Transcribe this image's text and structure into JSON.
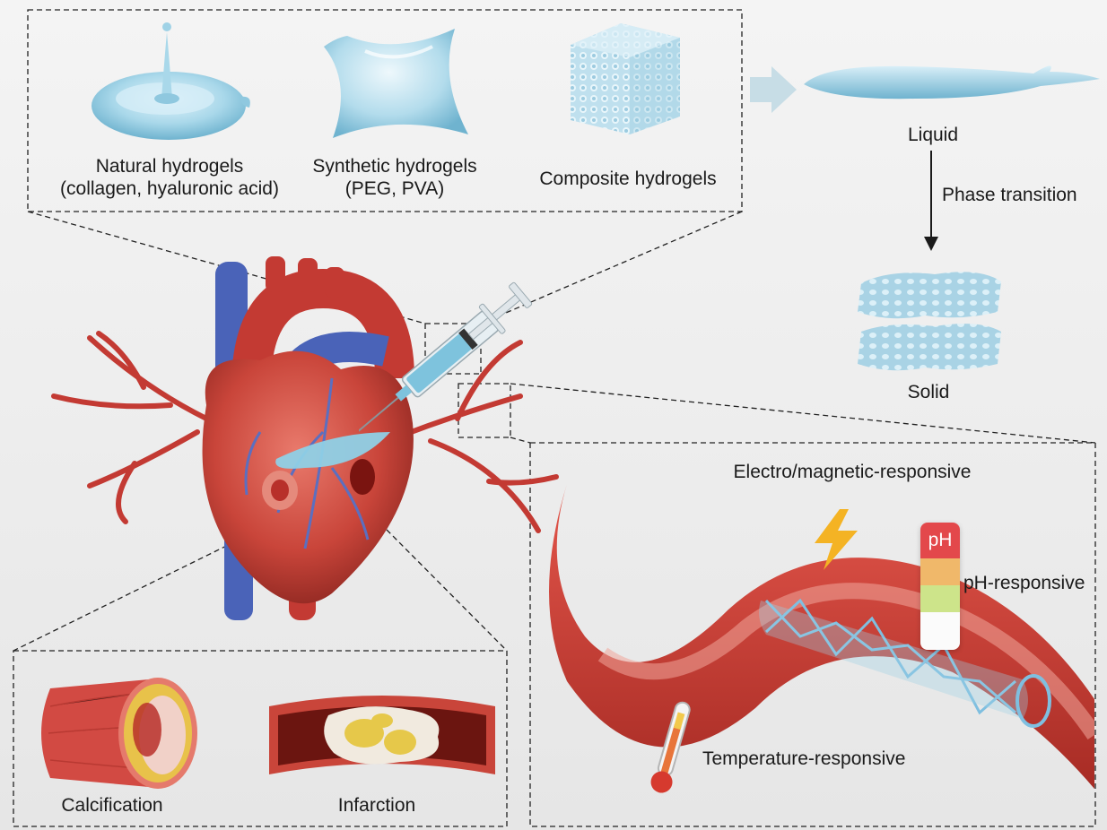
{
  "hydrogel_types": {
    "natural": {
      "line1": "Natural hydrogels",
      "line2": "(collagen, hyaluronic acid)"
    },
    "synthetic": {
      "line1": "Synthetic hydrogels",
      "line2": "(PEG, PVA)"
    },
    "composite": {
      "line1": "Composite hydrogels"
    }
  },
  "phase": {
    "liquid": "Liquid",
    "transition": "Phase transition",
    "solid": "Solid"
  },
  "pathology": {
    "calcification": "Calcification",
    "infarction": "Infarction"
  },
  "stimuli": {
    "electro_magnetic": "Electro/magnetic-responsive",
    "ph_badge": "pH",
    "ph": "pH-responsive",
    "temperature": "Temperature-responsive"
  },
  "colors": {
    "hydrogel": "#9fd2e6",
    "artery": "#c8372f",
    "vein": "#4a63b8",
    "plaque": "#e6c84a",
    "lightning": "#f4b324"
  }
}
